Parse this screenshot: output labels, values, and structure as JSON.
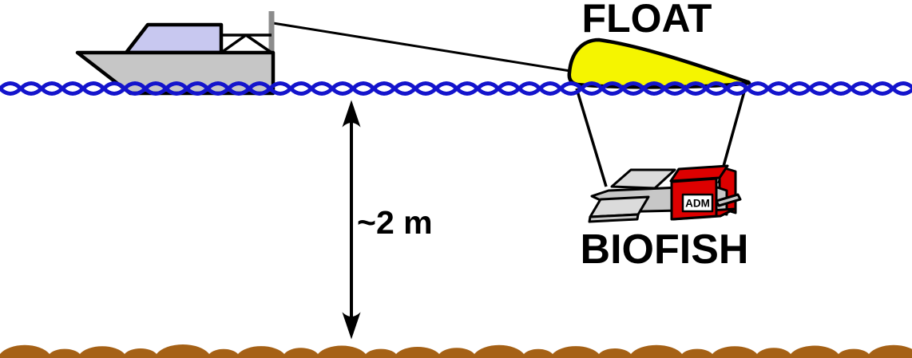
{
  "figure": {
    "description": "Schematic side view of a boat towing a surface float with the BIOFISH sensor platform suspended below it above the seabed"
  },
  "labels": {
    "float": "FLOAT",
    "biofish": "BIOFISH",
    "adm": "ADM",
    "depth": "~2 m"
  },
  "colors": {
    "water": "#1414CC",
    "float_body": "#F5F500",
    "seabed": "#A56116",
    "hull": "#C6C6C6",
    "cabin": "#C8C8F0",
    "mast_gray": "#8C8C8C",
    "device_red": "#DD0000",
    "device_gray": "#C7C7C7",
    "wing_gray": "#DBDBDB",
    "outline": "#000000"
  }
}
